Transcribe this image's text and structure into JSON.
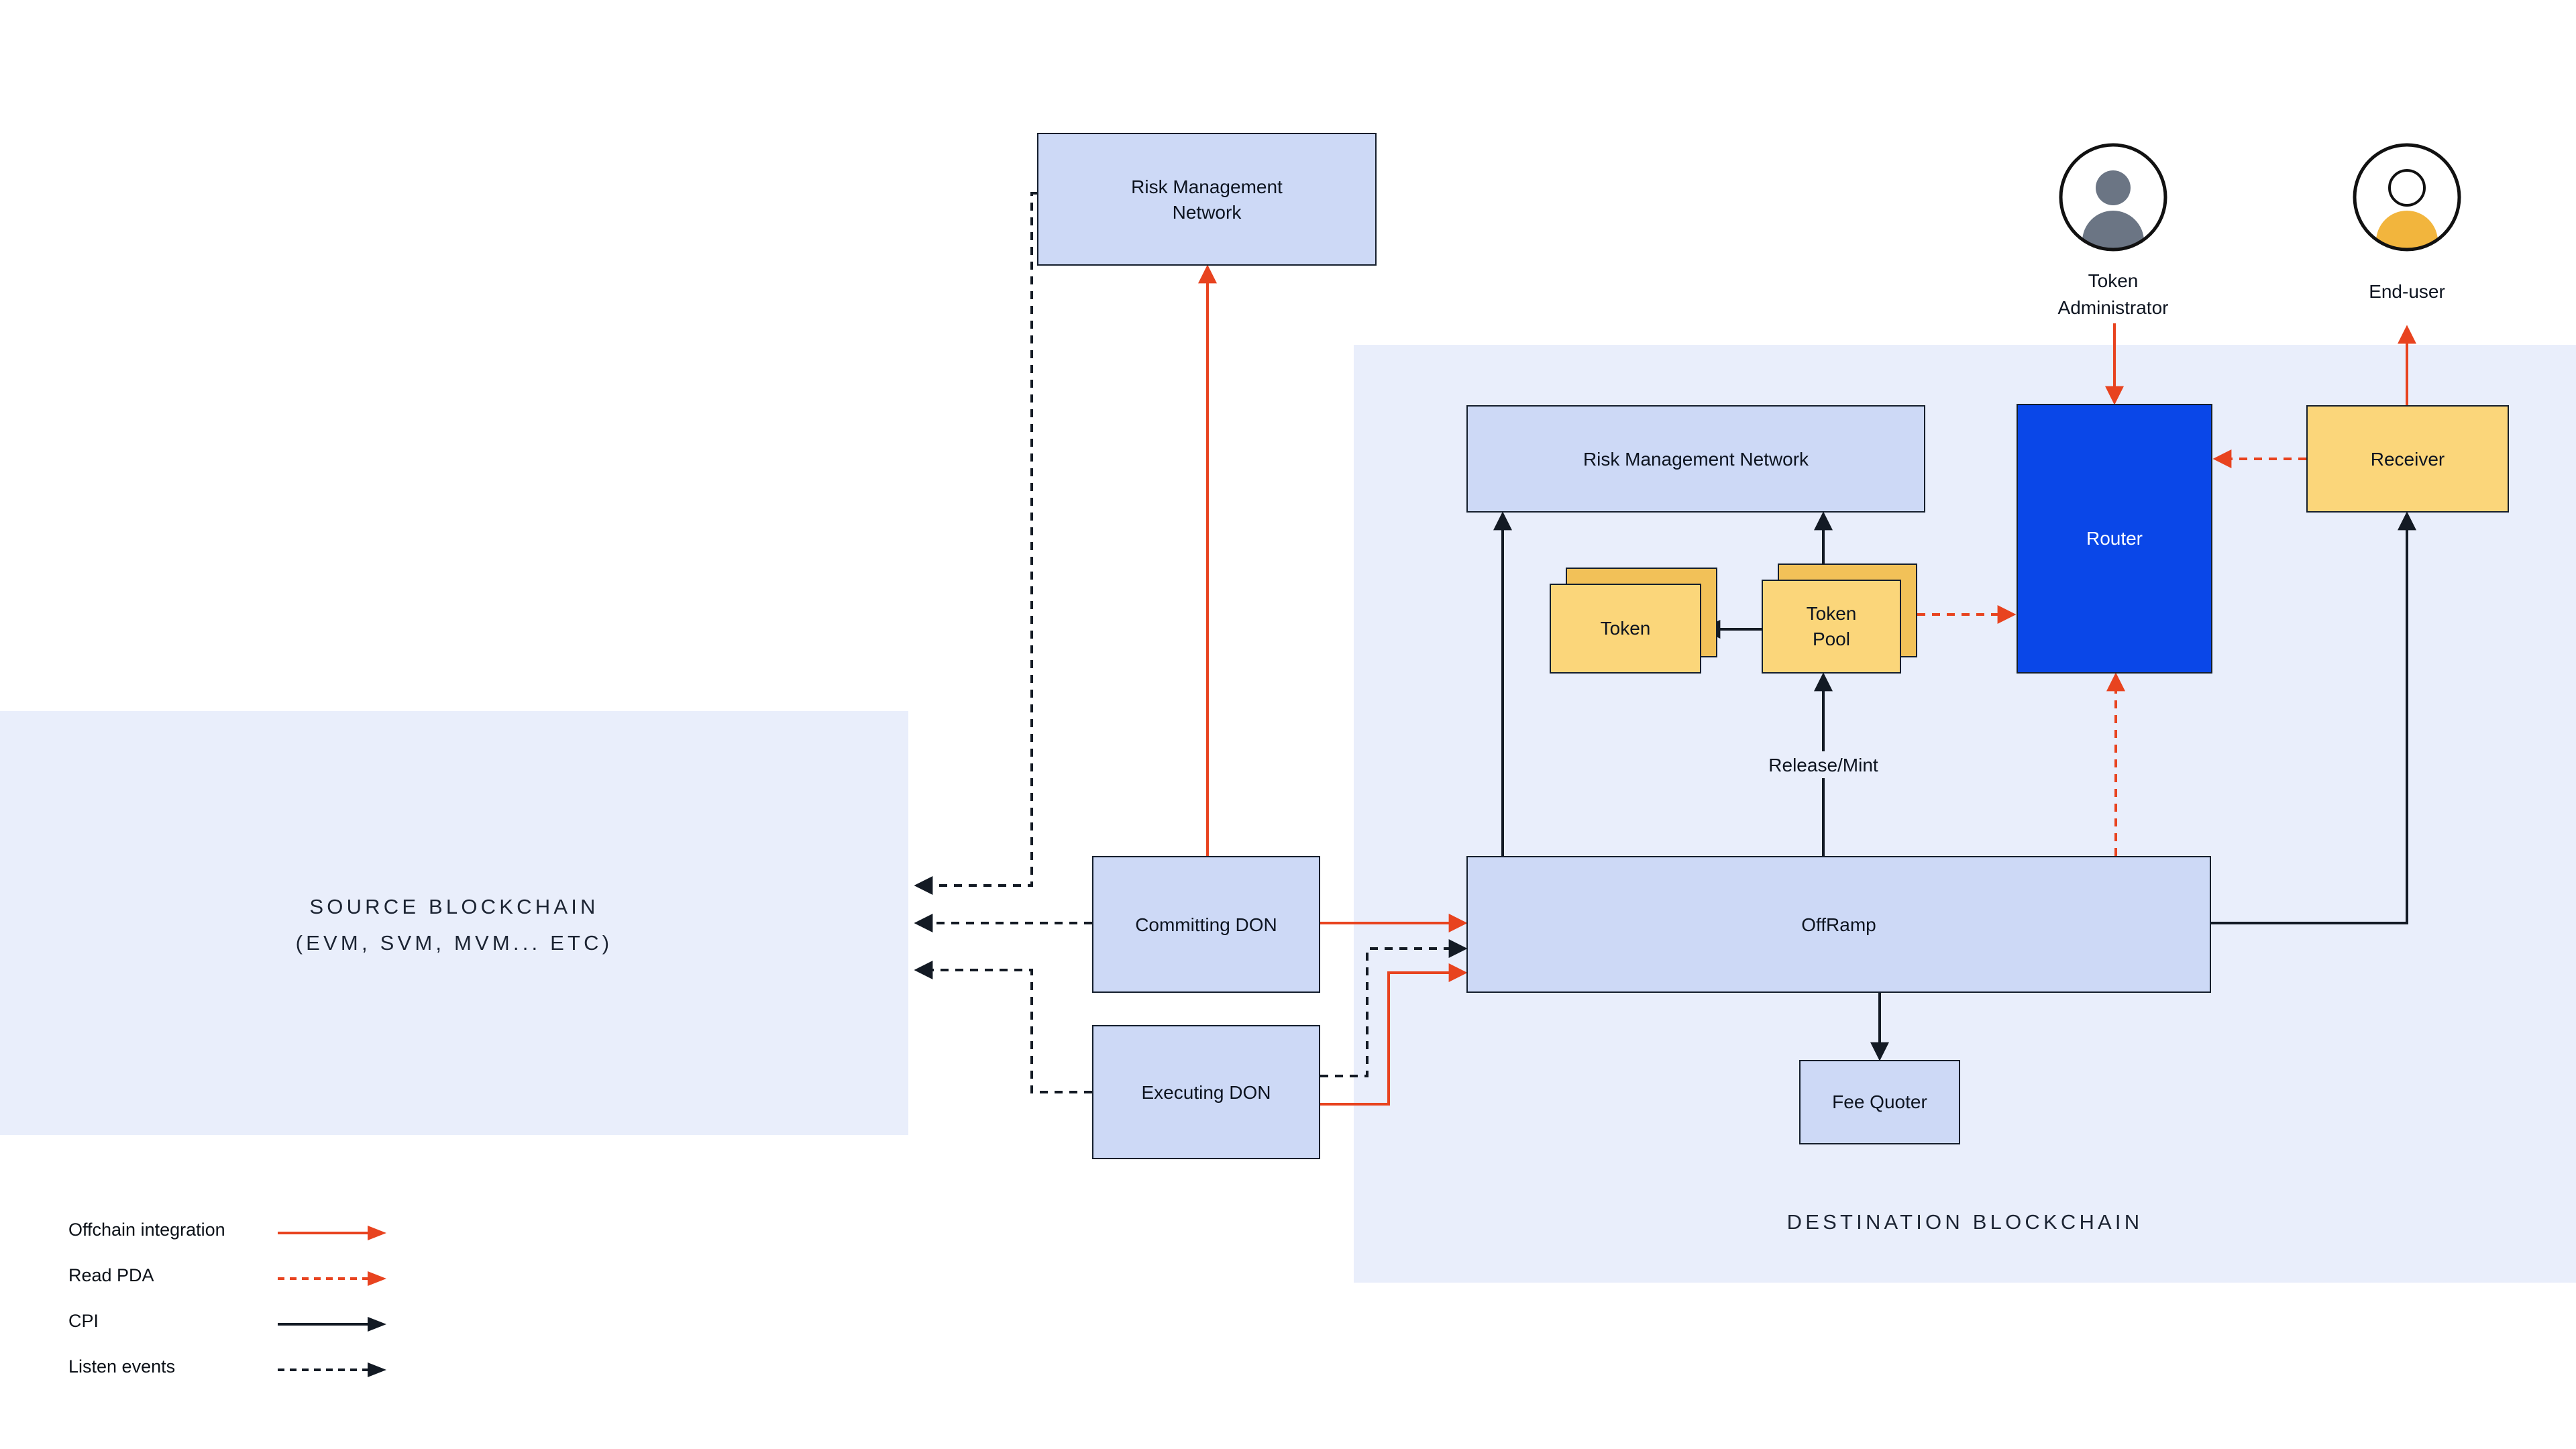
{
  "palette": {
    "region_background": "#e9eefb",
    "node_fill": "#cdd9f6",
    "node_border": "#141e2c",
    "amber_fill": "#fbd67a",
    "amber_back_fill": "#f2c158",
    "router_blue": "#0a47e8",
    "arrow_red": "#e8431f",
    "arrow_black": "#131a24",
    "admin_gray": "#6b7584",
    "user_amber": "#f2b53d"
  },
  "regions": {
    "source": {
      "title": "SOURCE BLOCKCHAIN\n(EVM, SVM, MVM... ETC)"
    },
    "destination": {
      "title": "DESTINATION BLOCKCHAIN"
    }
  },
  "nodes": {
    "rmn_offchain": {
      "label": "Risk Management\nNetwork"
    },
    "committing_don": {
      "label": "Committing DON"
    },
    "executing_don": {
      "label": "Executing DON"
    },
    "rmn_destination": {
      "label": "Risk Management Network"
    },
    "token": {
      "label": "Token"
    },
    "token_pool": {
      "label": "Token\nPool"
    },
    "router": {
      "label": "Router"
    },
    "receiver": {
      "label": "Receiver"
    },
    "offramp": {
      "label": "OffRamp"
    },
    "fee_quoter": {
      "label": "Fee Quoter"
    }
  },
  "actors": {
    "token_admin": {
      "label": "Token\nAdministrator"
    },
    "end_user": {
      "label": "End-user"
    }
  },
  "edge_labels": {
    "release_mint": "Release/Mint"
  },
  "legend": {
    "items": [
      {
        "label": "Offchain integration",
        "style": "solid-red"
      },
      {
        "label": "Read PDA",
        "style": "dashed-red"
      },
      {
        "label": "CPI",
        "style": "solid-black"
      },
      {
        "label": "Listen events",
        "style": "dashed-black"
      }
    ]
  }
}
